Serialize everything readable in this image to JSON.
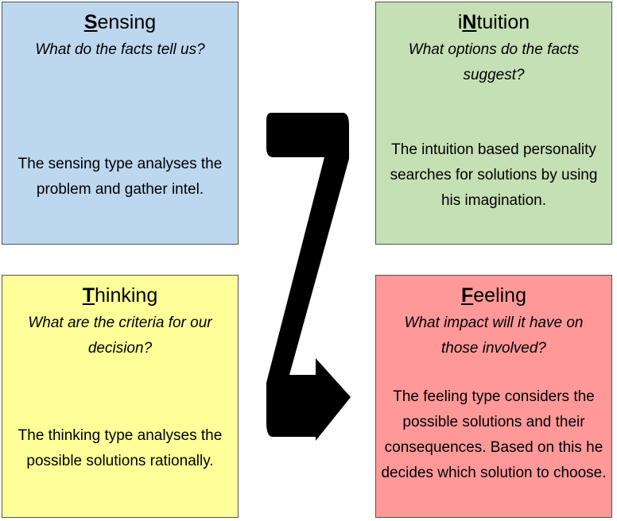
{
  "colors": {
    "sensing": "#bdd7ee",
    "intuition": "#c5e0b4",
    "thinking": "#ffff99",
    "feeling": "#ff9999",
    "arrow": "#000000"
  },
  "sensing": {
    "pre": "",
    "key": "S",
    "post": "ensing",
    "question": "What do the facts tell us?",
    "desc": "The sensing type analyses the problem and gather intel."
  },
  "intuition": {
    "pre": "i",
    "key": "N",
    "post": "tuition",
    "question": "What options do the facts suggest?",
    "desc": "The intuition based personality searches for solutions by using his imagination."
  },
  "thinking": {
    "pre": "",
    "key": "T",
    "post": "hinking",
    "question": "What are the criteria for our decision?",
    "desc": "The thinking type analyses the possible solutions rationally."
  },
  "feeling": {
    "pre": "",
    "key": "F",
    "post": "eeling",
    "question": "What impact will it have on those involved?",
    "desc": "The feeling type considers the possible solutions and their consequences. Based on this he decides which solution to choose."
  }
}
